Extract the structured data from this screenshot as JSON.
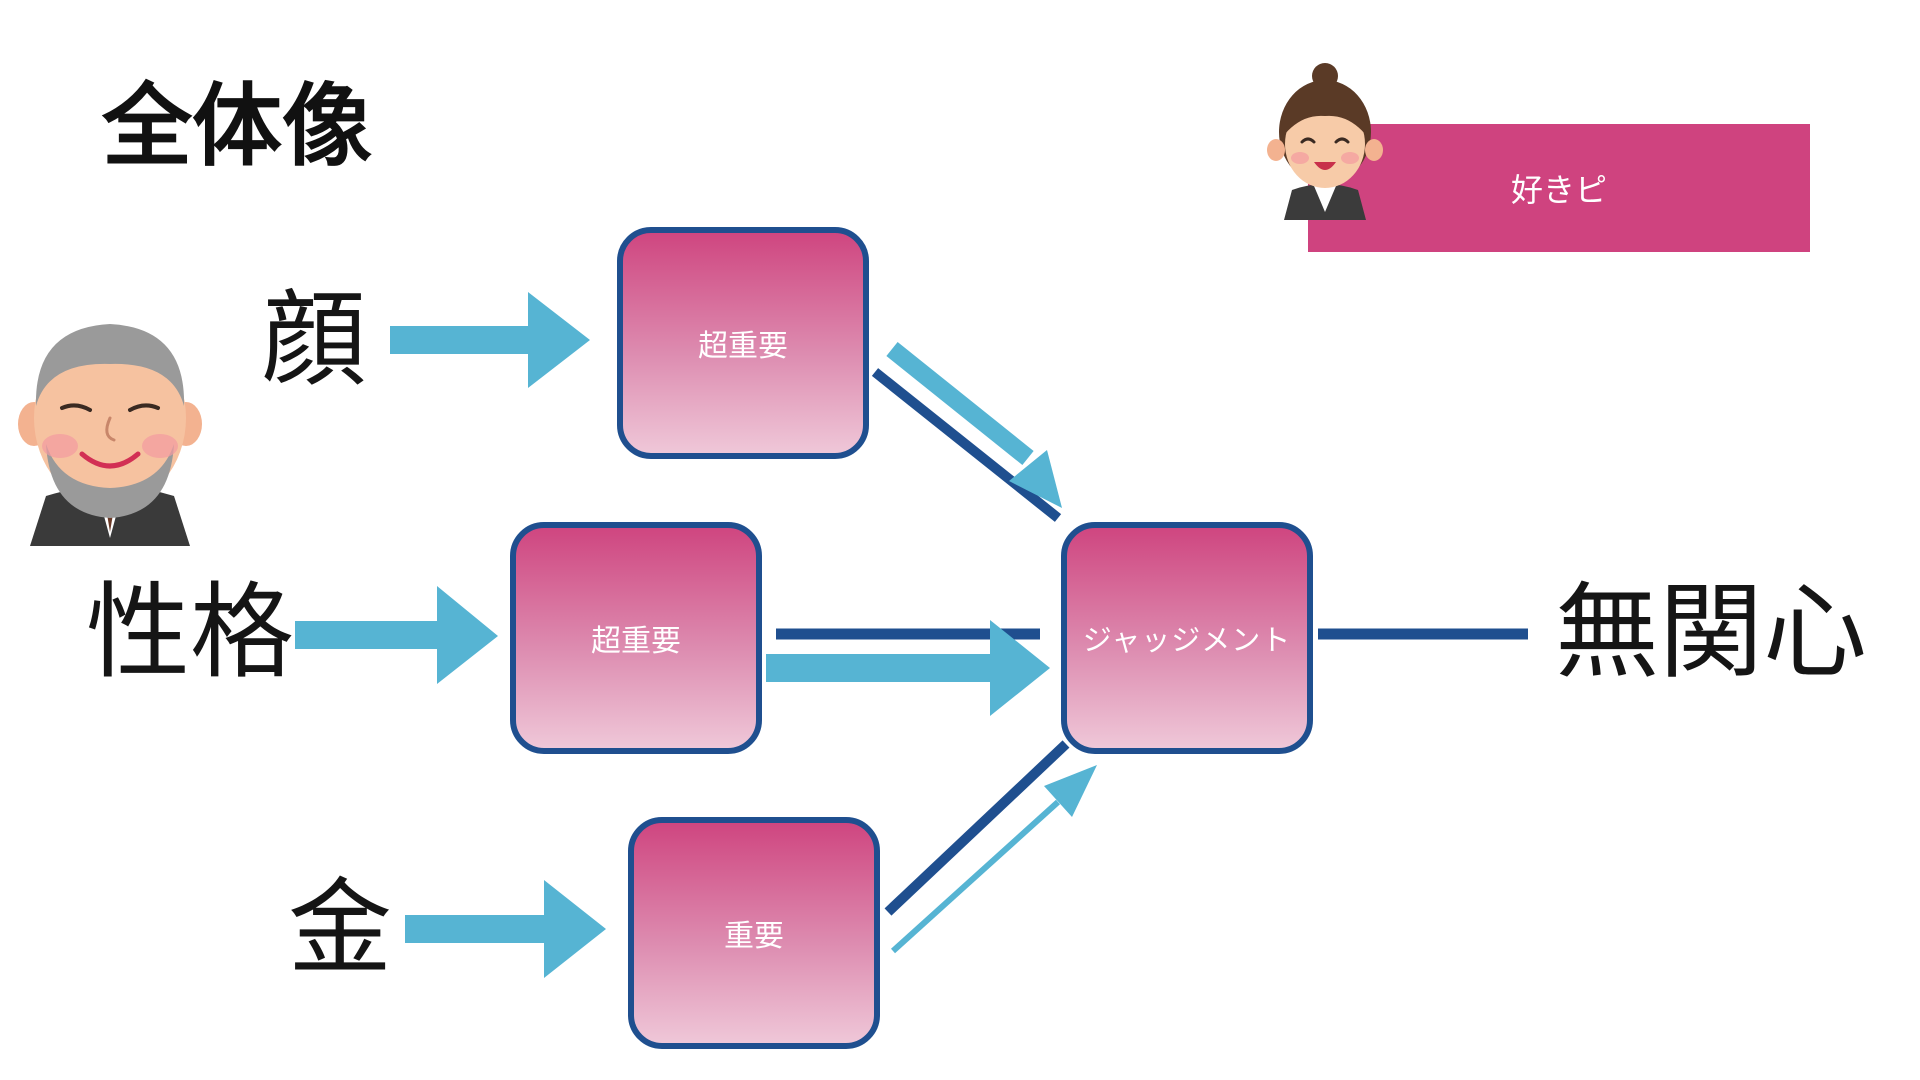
{
  "title": "全体像",
  "factors": {
    "face": "顔",
    "personality": "性格",
    "money": "金"
  },
  "nodes": {
    "face_importance": "超重要",
    "personality_importance": "超重要",
    "money_importance": "重要",
    "judgment": "ジャッジメント"
  },
  "outcome": "無関心",
  "banner": "好きピ",
  "icons": {
    "man": "old-man-avatar-icon",
    "woman": "woman-avatar-icon"
  },
  "colors": {
    "node_fill_top": "#cf4680",
    "node_fill_bottom": "#efc7d8",
    "node_border": "#1f4f8f",
    "arrow": "#56b4d3",
    "line": "#1f4f8f",
    "banner": "#cf437f"
  }
}
